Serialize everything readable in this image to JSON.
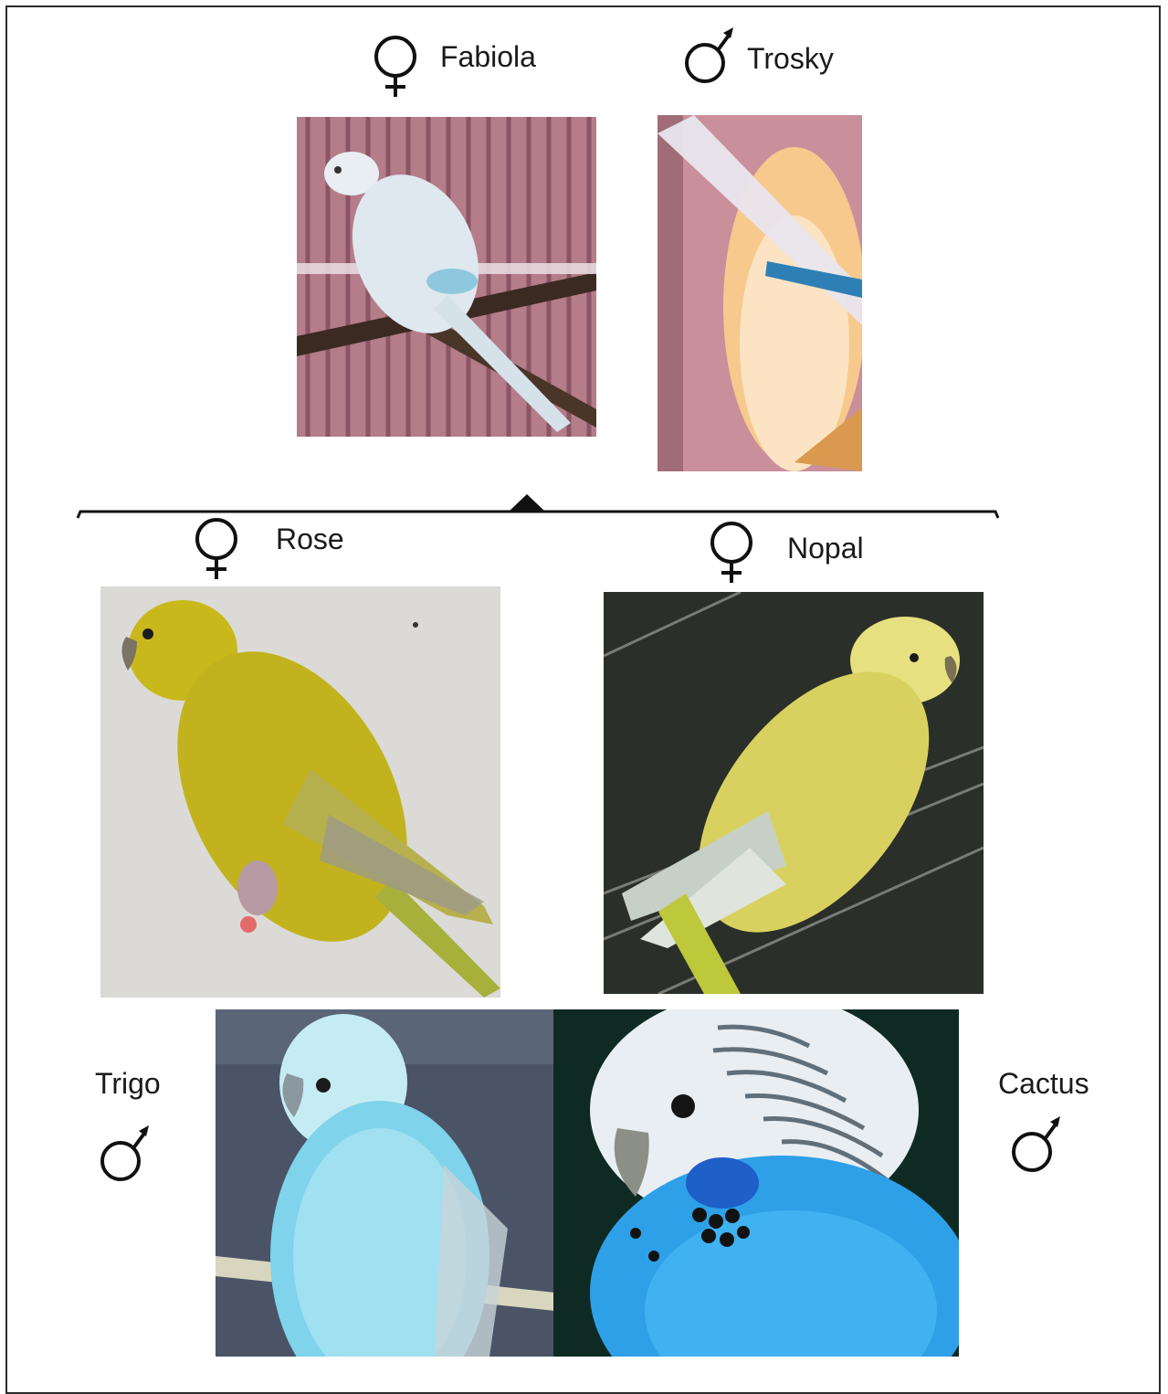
{
  "pedigree": {
    "parents": {
      "mother": {
        "name": "Fabiola",
        "sex_symbol": "female-symbol-icon"
      },
      "father": {
        "name": "Trosky",
        "sex_symbol": "male-symbol-icon"
      }
    },
    "offspring_row_1": [
      {
        "name": "Rose",
        "sex_symbol": "female-symbol-icon"
      },
      {
        "name": "Nopal",
        "sex_symbol": "female-symbol-icon"
      }
    ],
    "offspring_row_2": [
      {
        "name": "Trigo",
        "sex_symbol": "male-symbol-icon"
      },
      {
        "name": "Cactus",
        "sex_symbol": "male-symbol-icon"
      }
    ]
  },
  "colors": {
    "frame": "#2a2a2a",
    "yellow_budgie": "#c9b81c",
    "blue_budgie": "#4fb8e8",
    "white_blue_budgie": "#cfe2ea"
  }
}
